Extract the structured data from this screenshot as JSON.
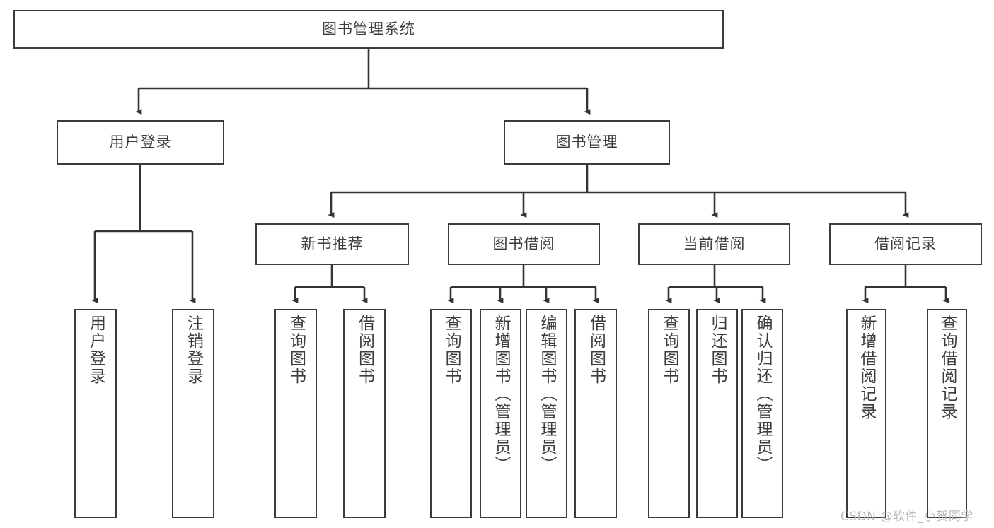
{
  "diagram": {
    "title": "图书管理系统",
    "type": "hierarchy-tree",
    "watermark": "CSDN @软件_小贺同学",
    "colors": {
      "box_border": "#3b3b3b",
      "box_fill": "#ffffff",
      "edge": "#333333",
      "text": "#3d3d3d",
      "watermark": "#b9b9b9"
    },
    "nodes": {
      "root": {
        "label": "图书管理系统"
      },
      "level1": [
        {
          "id": "user-login",
          "label": "用户登录"
        },
        {
          "id": "book-management",
          "label": "图书管理"
        }
      ],
      "level2": [
        {
          "id": "new-book-recommend",
          "label": "新书推荐"
        },
        {
          "id": "book-borrow",
          "label": "图书借阅"
        },
        {
          "id": "current-borrow",
          "label": "当前借阅"
        },
        {
          "id": "borrow-record",
          "label": "借阅记录"
        }
      ],
      "leaves": {
        "user_login": [
          {
            "id": "leaf-user-login",
            "label": "用户登录"
          },
          {
            "id": "leaf-logout-login",
            "label": "注销登录"
          }
        ],
        "new_book_recommend": [
          {
            "id": "leaf-query-book-1",
            "label": "查询图书"
          },
          {
            "id": "leaf-borrow-book-1",
            "label": "借阅图书"
          }
        ],
        "book_borrow": [
          {
            "id": "leaf-query-book-2",
            "label": "查询图书"
          },
          {
            "id": "leaf-add-book",
            "label": "新增图书（管理员）"
          },
          {
            "id": "leaf-edit-book",
            "label": "编辑图书（管理员）"
          },
          {
            "id": "leaf-borrow-book-2",
            "label": "借阅图书"
          }
        ],
        "current_borrow": [
          {
            "id": "leaf-query-book-3",
            "label": "查询图书"
          },
          {
            "id": "leaf-return-book",
            "label": "归还图书"
          },
          {
            "id": "leaf-confirm-return",
            "label": "确认归还（管理员）"
          }
        ],
        "borrow_record": [
          {
            "id": "leaf-add-record",
            "label": "新增借阅记录"
          },
          {
            "id": "leaf-query-record",
            "label": "查询借阅记录"
          }
        ]
      }
    }
  }
}
